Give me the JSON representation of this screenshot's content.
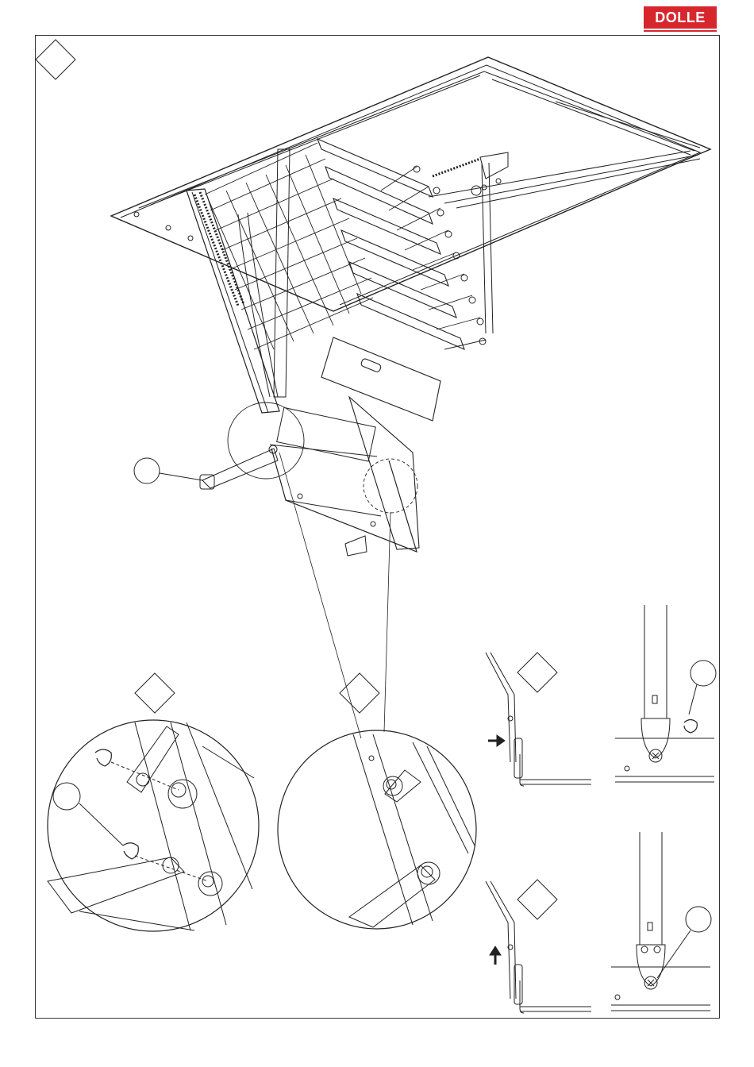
{
  "brand": {
    "name": "DOLLE",
    "color": "#d8262e"
  },
  "icons": {
    "step_markers": "diamond",
    "callouts": "circle",
    "arrows": [
      "arrow-right",
      "arrow-up"
    ]
  }
}
